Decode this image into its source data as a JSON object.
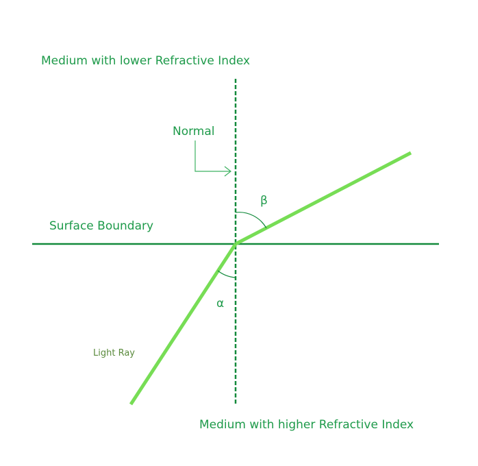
{
  "labels": {
    "upper_medium": "Medium with lower Refractive Index",
    "lower_medium": "Medium with higher Refractive Index",
    "normal": "Normal",
    "surface": "Surface Boundary",
    "light_ray": "Light Ray",
    "angle_refraction": "β",
    "angle_incidence": "α"
  },
  "colors": {
    "text": "#1e9a4a",
    "boundary": "#138a3c",
    "ray": "#77dd55"
  }
}
